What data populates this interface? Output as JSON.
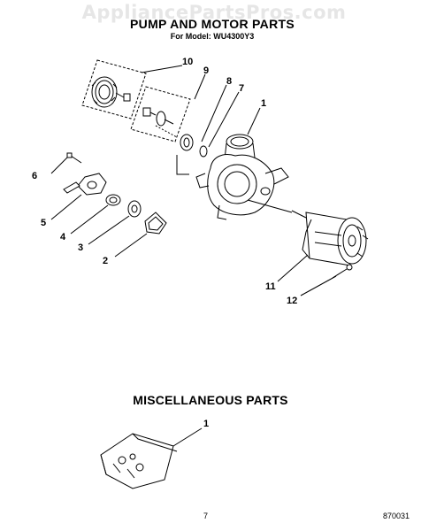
{
  "watermark": "AppliancePartsPros.com",
  "header": {
    "title": "PUMP AND MOTOR PARTS",
    "model": "For Model: WU4300Y3"
  },
  "callouts": {
    "c1": "1",
    "c2": "2",
    "c3": "3",
    "c4": "4",
    "c5": "5",
    "c6": "6",
    "c7": "7",
    "c8": "8",
    "c9": "9",
    "c10": "10",
    "c11": "11",
    "c12": "12",
    "m1": "1"
  },
  "misc": {
    "title": "MISCELLANEOUS PARTS"
  },
  "footer": {
    "page": "7",
    "code": "870031"
  }
}
